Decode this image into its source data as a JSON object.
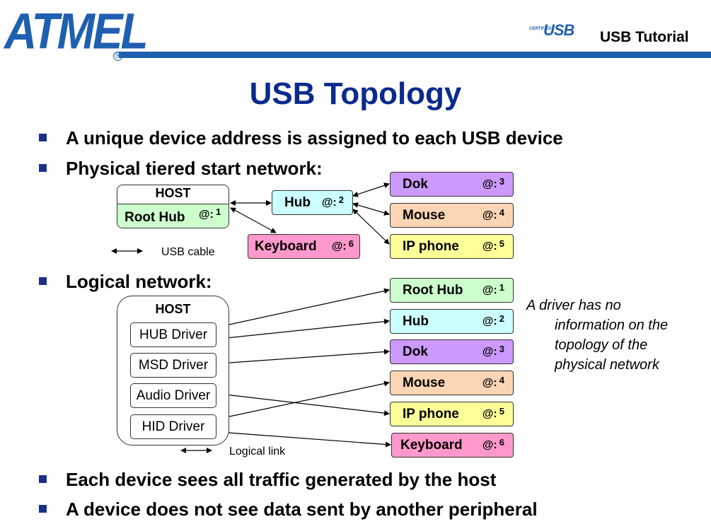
{
  "logo": {
    "name": "ATMEL",
    "registered": "®",
    "bar_color": "#1f5fb0"
  },
  "usb_logo": {
    "certified": "CERTIFIED",
    "text": "USB"
  },
  "header_title": "USB Tutorial",
  "title": "USB Topology",
  "bullets": {
    "b1": "A unique device address is assigned to each USB device",
    "b2": "Physical tiered start network:",
    "b3": "Logical network:",
    "b4": "Each device sees all traffic generated by the host",
    "b5": "A device does not see data sent by another peripheral"
  },
  "addr_prefix": "@:",
  "physical": {
    "host_label": "HOST",
    "root_hub": {
      "name": "Root Hub",
      "addr": "1"
    },
    "hub": {
      "name": "Hub",
      "addr": "2"
    },
    "dok": {
      "name": "Dok",
      "addr": "3"
    },
    "mouse": {
      "name": "Mouse",
      "addr": "4"
    },
    "ip_phone": {
      "name": "IP phone",
      "addr": "5"
    },
    "keyboard": {
      "name": "Keyboard",
      "addr": "6"
    },
    "legend": "USB cable"
  },
  "logical": {
    "host_label": "HOST",
    "drivers": [
      "HUB Driver",
      "MSD Driver",
      "Audio Driver",
      "HID Driver"
    ],
    "devices": [
      {
        "name": "Root Hub",
        "addr": "1"
      },
      {
        "name": "Hub",
        "addr": "2"
      },
      {
        "name": "Dok",
        "addr": "3"
      },
      {
        "name": "Mouse",
        "addr": "4"
      },
      {
        "name": "IP phone",
        "addr": "5"
      },
      {
        "name": "Keyboard",
        "addr": "6"
      }
    ],
    "legend": "Logical link"
  },
  "note": [
    "A driver has no",
    "information on the",
    "topology of the",
    "physical network"
  ],
  "colors": {
    "title": "#0a2a8e",
    "bullet": "#1a2f8a",
    "purple": "#cc99ff",
    "orange": "#fcd5b5",
    "yellow": "#ffff99",
    "green": "#ccffcc",
    "cyan": "#ccffff",
    "pink": "#ff99cc"
  }
}
